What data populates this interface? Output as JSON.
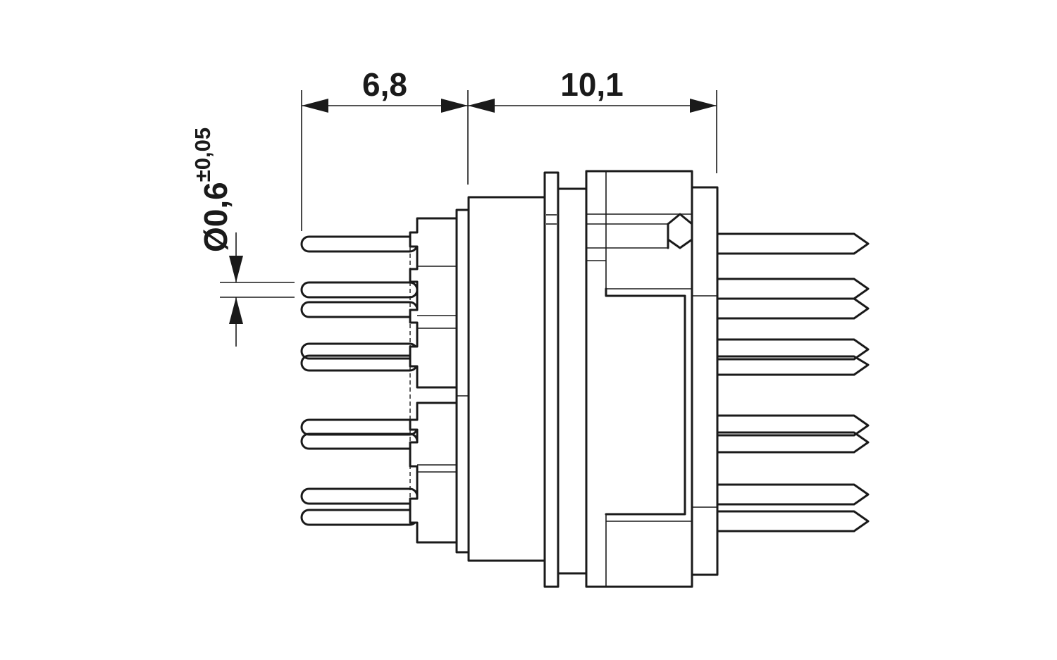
{
  "dimensions": {
    "left_length": "6,8",
    "right_length": "10,1",
    "pin_diameter": "Ø0,6",
    "pin_tolerance": "±0,05"
  }
}
